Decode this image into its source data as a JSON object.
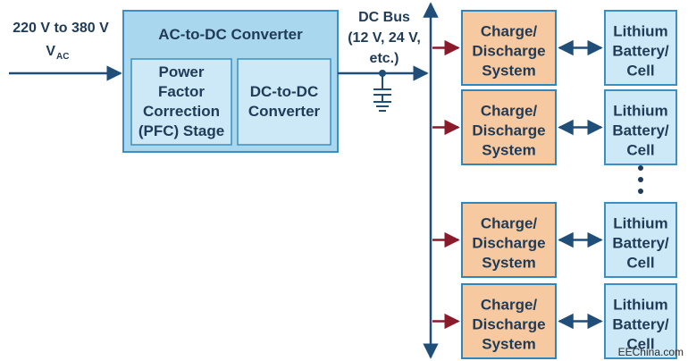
{
  "input": {
    "voltage_line1": "220 V to 380 V",
    "vac_main": "V",
    "vac_sub": "AC"
  },
  "converter": {
    "title": "AC-to-DC Converter",
    "pfc_lines": [
      "Power",
      "Factor",
      "Correction",
      "(PFC) Stage"
    ],
    "dcdc_lines": [
      "DC-to-DC",
      "Converter"
    ]
  },
  "dc_bus": {
    "lines": [
      "DC Bus",
      "(12 V, 24 V,",
      "etc.)"
    ]
  },
  "channels": [
    {
      "charge_lines": [
        "Charge/",
        "Discharge",
        "System"
      ],
      "battery_lines": [
        "Lithium",
        "Battery/",
        "Cell"
      ]
    },
    {
      "charge_lines": [
        "Charge/",
        "Discharge",
        "System"
      ],
      "battery_lines": [
        "Lithium",
        "Battery/",
        "Cell"
      ]
    },
    {
      "charge_lines": [
        "Charge/",
        "Discharge",
        "System"
      ],
      "battery_lines": [
        "Lithium",
        "Battery/",
        "Cell"
      ]
    },
    {
      "charge_lines": [
        "Charge/",
        "Discharge",
        "System"
      ],
      "battery_lines": [
        "Lithium",
        "Battery/",
        "Cell"
      ]
    }
  ],
  "watermark": "EEChina.com",
  "colors": {
    "converter_fill": "#a9d7ee",
    "inner_fill": "#cde8f6",
    "box_stroke": "#3a8fc4",
    "charge_fill": "#f7c9a0",
    "charge_stroke": "#2f86bd",
    "battery_fill": "#cde8f6",
    "line": "#1f4e79",
    "red_arrow": "#8b1a2b"
  }
}
